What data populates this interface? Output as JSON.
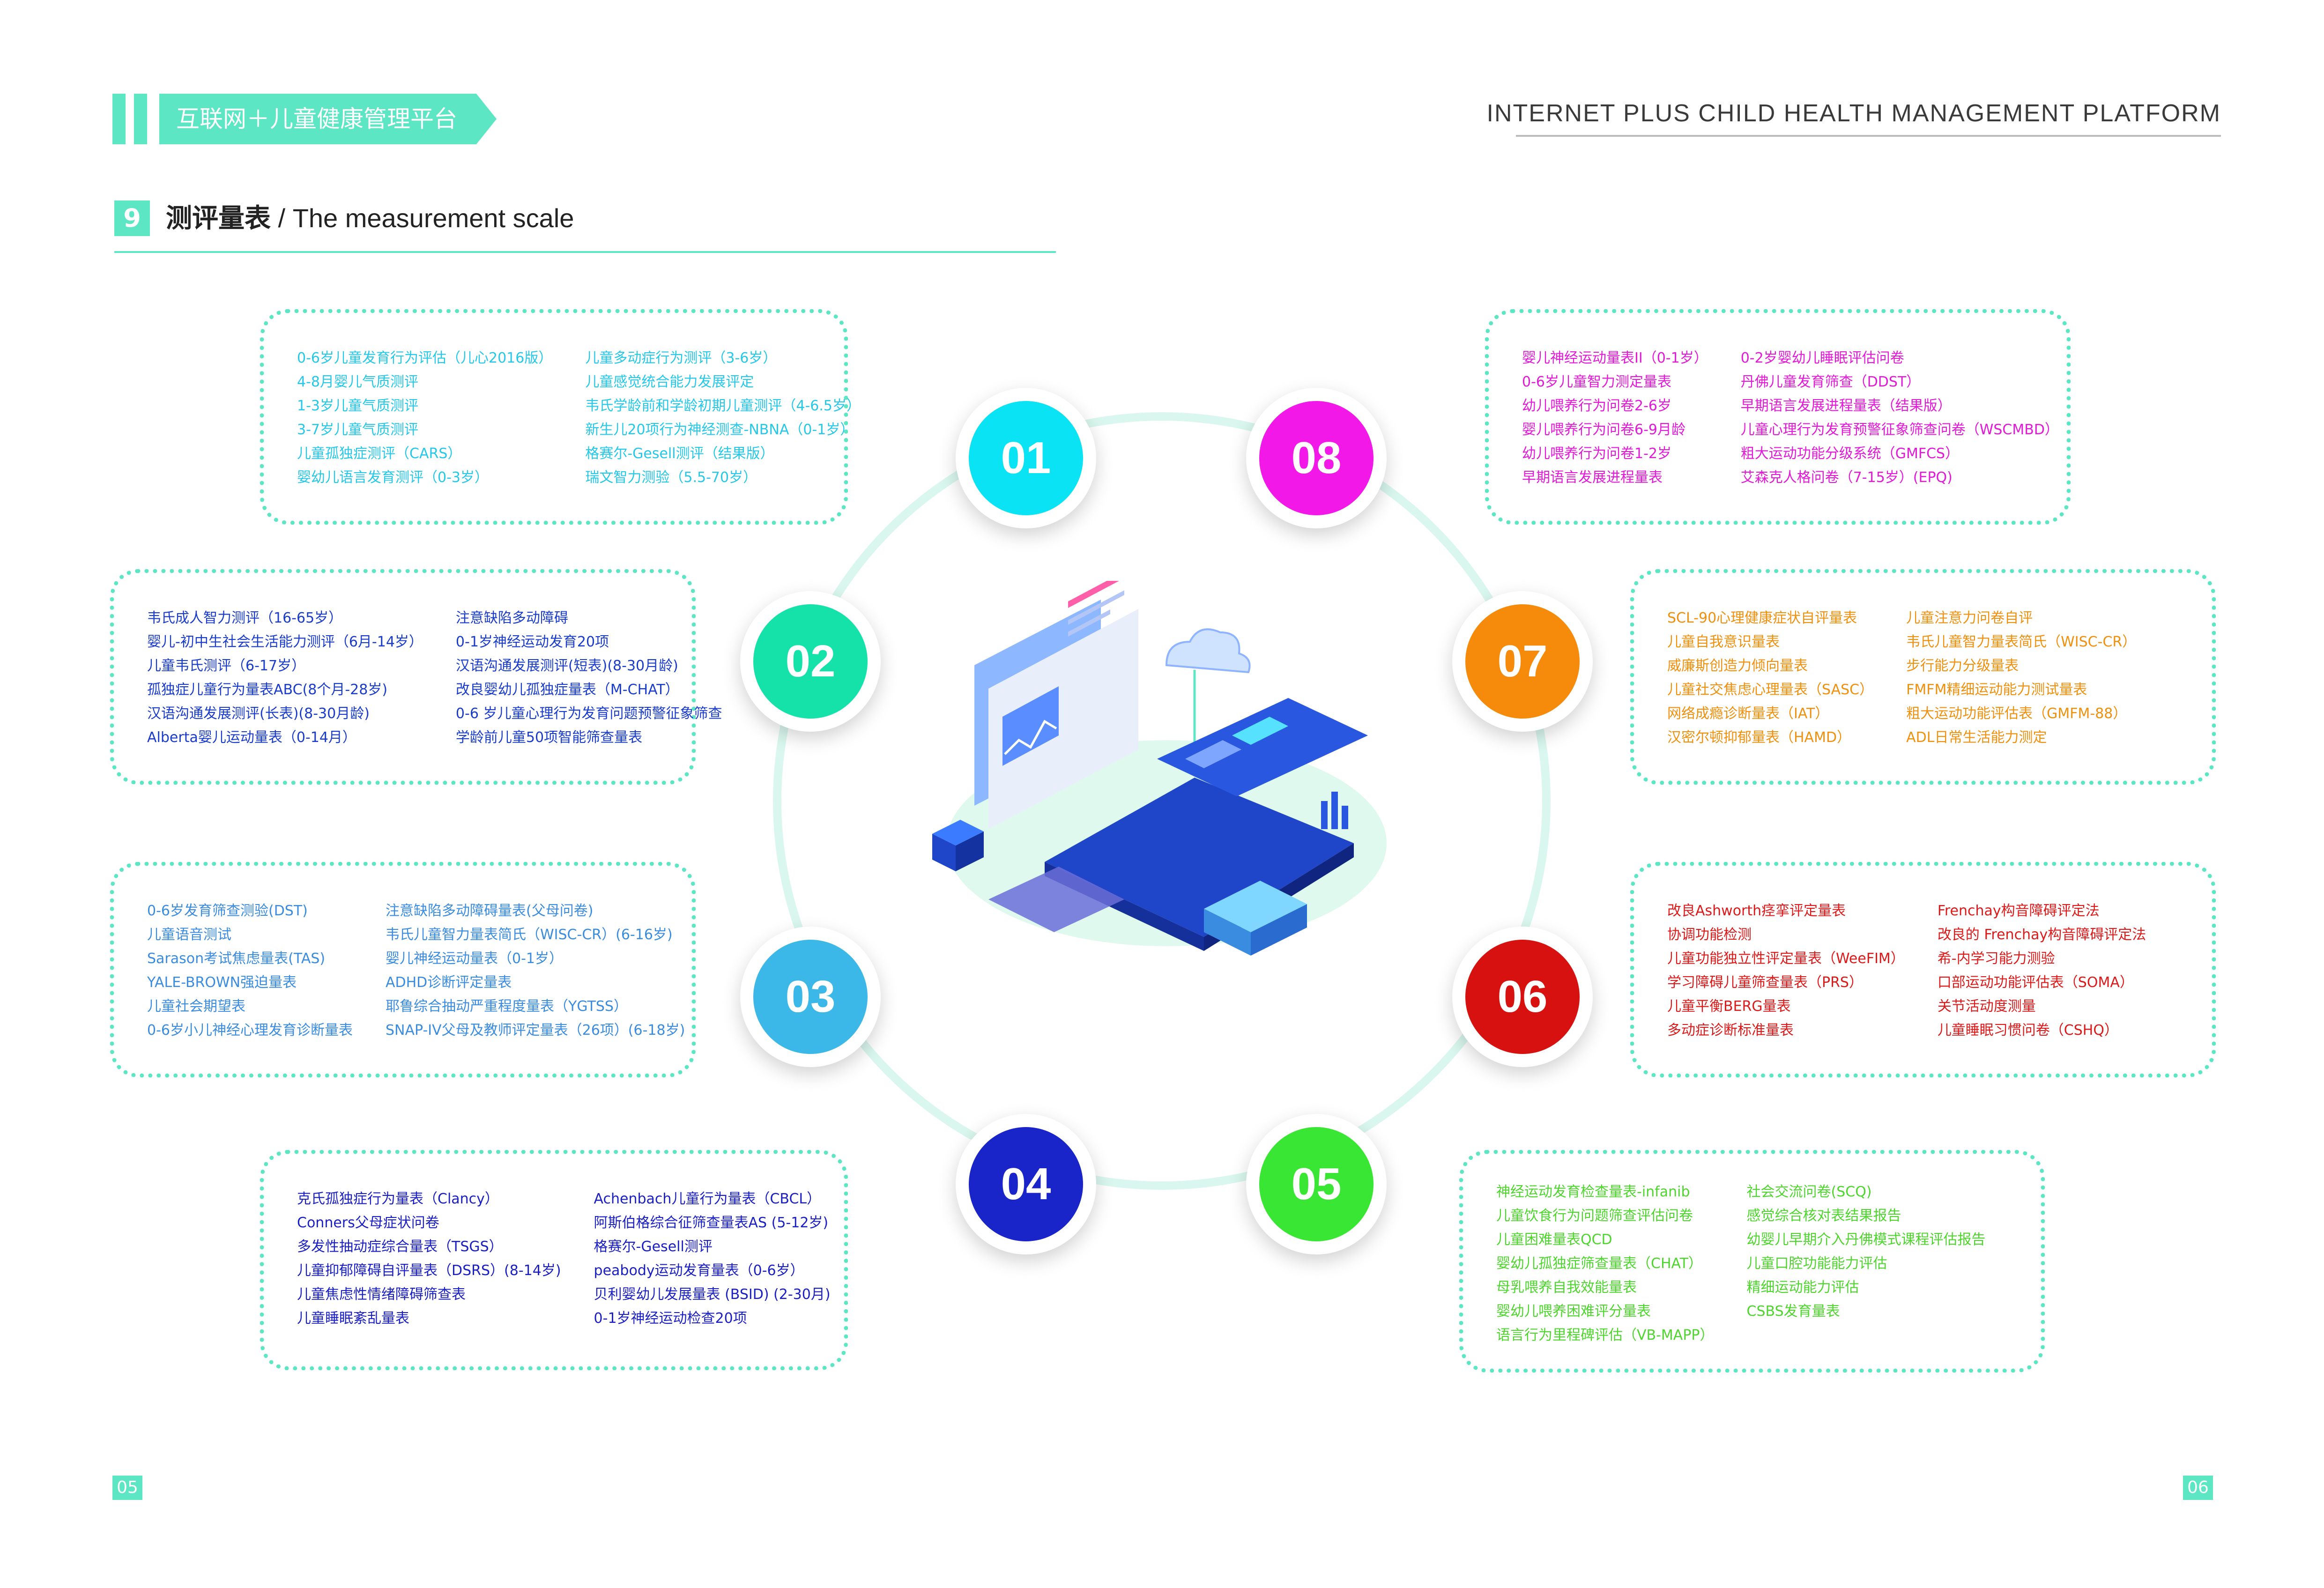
{
  "header": {
    "title_cn": "互联网＋儿童健康管理平台",
    "title_en": "INTERNET PLUS CHILD HEALTH MANAGEMENT PLATFORM"
  },
  "section": {
    "number": "9",
    "title_cn": "测评量表",
    "separator": " / ",
    "title_en": "The measurement scale"
  },
  "accent_color": "#5ce6c4",
  "nodes": [
    {
      "label": "01",
      "color": "#0ae3f3"
    },
    {
      "label": "02",
      "color": "#14e2a8"
    },
    {
      "label": "03",
      "color": "#3cb8e8"
    },
    {
      "label": "04",
      "color": "#1a25c9"
    },
    {
      "label": "05",
      "color": "#3ae634"
    },
    {
      "label": "06",
      "color": "#d7110f"
    },
    {
      "label": "07",
      "color": "#f58a0b"
    },
    {
      "label": "08",
      "color": "#f218e8"
    }
  ],
  "boxes": {
    "b01": {
      "color": "#25c8e8",
      "col1": [
        "0-6岁儿童发育行为评估（儿心2016版）",
        "4-8月婴儿气质测评",
        "1-3岁儿童气质测评",
        "3-7岁儿童气质测评",
        "儿童孤独症测评（CARS）",
        "婴幼儿语言发育测评（0-3岁）"
      ],
      "col2": [
        "儿童多动症行为测评（3-6岁）",
        "儿童感觉统合能力发展评定",
        "韦氏学龄前和学龄初期儿童测评（4-6.5岁）",
        "新生儿20项行为神经测查-NBNA（0-1岁）",
        "格赛尔-Gesell测评（结果版）",
        "瑞文智力测验（5.5-70岁）"
      ]
    },
    "b02": {
      "color": "#1a3ccc",
      "col1": [
        "韦氏成人智力测评（16-65岁）",
        "婴儿-初中生社会生活能力测评（6月-14岁）",
        "儿童韦氏测评（6-17岁）",
        "孤独症儿童行为量表ABC(8个月-28岁)",
        "汉语沟通发展测评(长表)(8-30月龄)",
        "Alberta婴儿运动量表（0-14月）"
      ],
      "col2": [
        "注意缺陷多动障碍",
        "0-1岁神经运动发育20项",
        "汉语沟通发展测评(短表)(8-30月龄)",
        "改良婴幼儿孤独症量表（M-CHAT）",
        "0-6 岁儿童心理行为发育问题预警征象筛查",
        "学龄前儿童50项智能筛查量表"
      ]
    },
    "b03": {
      "color": "#3a8ce0",
      "col1": [
        "0-6岁发育筛查测验(DST)",
        "儿童语音测试",
        "Sarason考试焦虑量表(TAS)",
        "YALE-BROWN强迫量表",
        "儿童社会期望表",
        "0-6岁小儿神经心理发育诊断量表"
      ],
      "col2": [
        "注意缺陷多动障碍量表(父母问卷)",
        "韦氏儿童智力量表简氏（WISC-CR）(6-16岁)",
        "婴儿神经运动量表（0-1岁）",
        "ADHD诊断评定量表",
        "耶鲁综合抽动严重程度量表（YGTSS）",
        "SNAP-IV父母及教师评定量表（26项）(6-18岁)"
      ]
    },
    "b04": {
      "color": "#1a1fc4",
      "col1": [
        "克氏孤独症行为量表（Clancy）",
        "Conners父母症状问卷",
        "多发性抽动症综合量表（TSGS）",
        "儿童抑郁障碍自评量表（DSRS）(8-14岁)",
        "儿童焦虑性情绪障碍筛查表",
        "儿童睡眠紊乱量表"
      ],
      "col2": [
        "Achenbach儿童行为量表（CBCL）",
        "阿斯伯格综合征筛查量表AS (5-12岁)",
        "格赛尔-Gesell测评",
        "peabody运动发育量表（0-6岁）",
        "贝利婴幼儿发展量表 (BSID) (2-30月)",
        "0-1岁神经运动检查20项"
      ]
    },
    "b05": {
      "color": "#4ed62e",
      "col1": [
        "神经运动发育检查量表-infanib",
        "儿童饮食行为问题筛查评估问卷",
        "儿童困难量表QCD",
        "婴幼儿孤独症筛查量表（CHAT）",
        "母乳喂养自我效能量表",
        "婴幼儿喂养困难评分量表",
        "语言行为里程碑评估（VB-MAPP）"
      ],
      "col2": [
        "社会交流问卷(SCQ)",
        "感觉综合核对表结果报告",
        "幼婴儿早期介入丹佛模式课程评估报告",
        "儿童口腔功能能力评估",
        "精细运动能力评估",
        "CSBS发育量表"
      ]
    },
    "b06": {
      "color": "#dd1a1a",
      "col1": [
        "改良Ashworth痉挛评定量表",
        "协调功能检测",
        "儿童功能独立性评定量表（WeeFIM）",
        "学习障碍儿童筛查量表（PRS）",
        "儿童平衡BERG量表",
        "多动症诊断标准量表"
      ],
      "col2": [
        "Frenchay构音障碍评定法",
        "改良的 Frenchay构音障碍评定法",
        "希-内学习能力测验",
        "口部运动功能评估表（SOMA）",
        "关节活动度测量",
        "儿童睡眠习惯问卷（CSHQ）"
      ]
    },
    "b07": {
      "color": "#f0900f",
      "col1": [
        "SCL-90心理健康症状自评量表",
        "儿童自我意识量表",
        "威廉斯创造力倾向量表",
        "儿童社交焦虑心理量表（SASC）",
        "网络成瘾诊断量表（IAT）",
        "汉密尔顿抑郁量表（HAMD）"
      ],
      "col2": [
        "儿童注意力问卷自评",
        "韦氏儿童智力量表简氏（WISC-CR）",
        "步行能力分级量表",
        "FMFM精细运动能力测试量表",
        "粗大运动功能评估表（GMFM-88）",
        "ADL日常生活能力测定"
      ]
    },
    "b08": {
      "color": "#e21ad8",
      "col1": [
        "婴儿神经运动量表II（0-1岁）",
        "0-6岁儿童智力测定量表",
        "幼儿喂养行为问卷2-6岁",
        "婴儿喂养行为问卷6-9月龄",
        "幼儿喂养行为问卷1-2岁",
        "早期语言发展进程量表"
      ],
      "col2": [
        "0-2岁婴幼儿睡眠评估问卷",
        "丹佛儿童发育筛查（DDST）",
        "早期语言发展进程量表（结果版）",
        "儿童心理行为发育预警征象筛查问卷（WSCMBD）",
        "粗大运动功能分级系统（GMFCS）",
        "艾森克人格问卷（7-15岁）(EPQ)"
      ]
    }
  },
  "footer": {
    "page_left": "05",
    "page_right": "06"
  }
}
